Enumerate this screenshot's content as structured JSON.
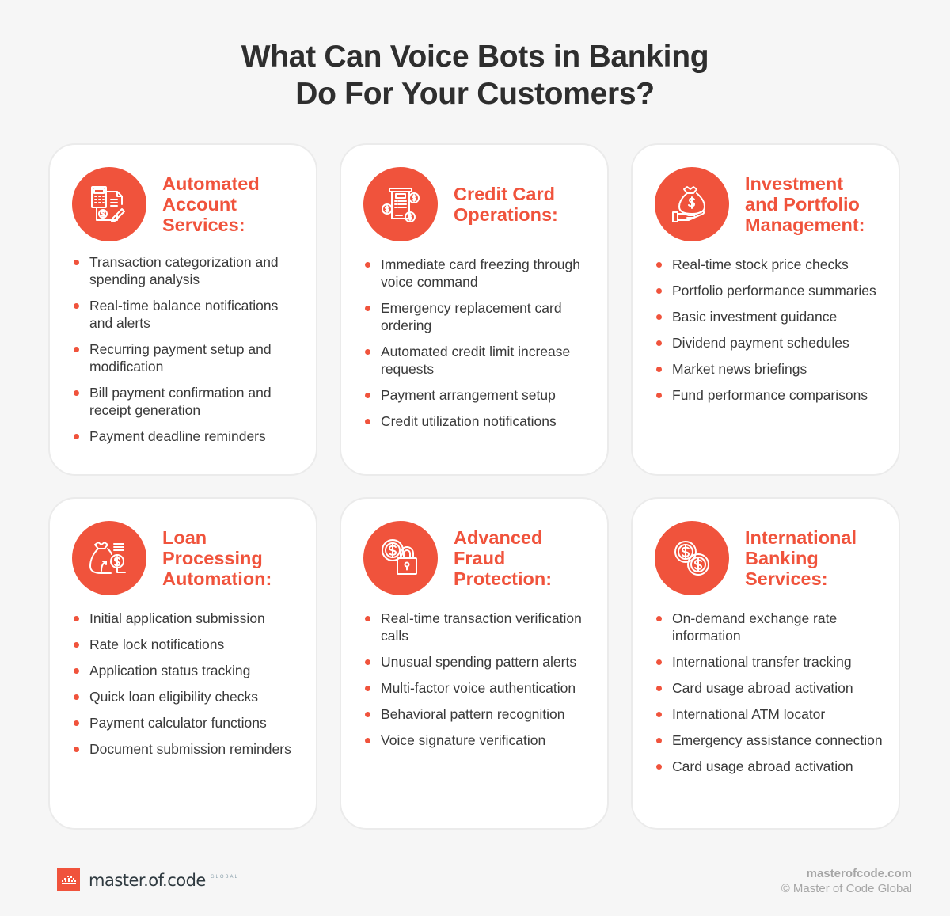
{
  "header": {
    "title_line1": "What Can Voice Bots in Banking",
    "title_line2": "Do For Your Customers?"
  },
  "colors": {
    "accent": "#f0533c",
    "text": "#3a3a3a",
    "title": "#2e2e2e",
    "background": "#f6f6f6",
    "card": "#ffffff"
  },
  "cards": [
    {
      "icon": "calculator-document-icon",
      "title_lines": [
        "Automated",
        "Account",
        "Services:"
      ],
      "items": [
        "Transaction categorization and spending analysis",
        "Real-time balance notifications and alerts",
        "Recurring payment setup and modification",
        "Bill payment confirmation and receipt generation",
        "Payment deadline reminders"
      ]
    },
    {
      "icon": "receipt-coins-icon",
      "title_lines": [
        "Credit Card",
        "Operations:"
      ],
      "items": [
        "Immediate card freezing through voice command",
        "Emergency replacement card ordering",
        "Automated credit limit increase requests",
        "Payment arrangement setup",
        "Credit utilization notifications"
      ]
    },
    {
      "icon": "money-bag-hand-icon",
      "title_lines": [
        "Investment",
        "and Portfolio",
        "Management:"
      ],
      "items": [
        "Real-time stock price checks",
        "Portfolio performance summaries",
        "Basic investment guidance",
        "Dividend payment schedules",
        "Market news briefings",
        "Fund performance comparisons"
      ]
    },
    {
      "icon": "loan-bag-icon",
      "title_lines": [
        "Loan",
        "Processing",
        "Automation:"
      ],
      "items": [
        "Initial application submission",
        "Rate lock notifications",
        "Application status tracking",
        "Quick loan eligibility checks",
        "Payment calculator functions",
        "Document submission reminders"
      ]
    },
    {
      "icon": "coin-padlock-icon",
      "title_lines": [
        "Advanced",
        "Fraud",
        "Protection:"
      ],
      "items": [
        "Real-time transaction verification calls",
        "Unusual spending pattern alerts",
        "Multi-factor voice authentication",
        "Behavioral pattern recognition",
        "Voice signature verification"
      ]
    },
    {
      "icon": "two-coins-icon",
      "title_lines": [
        "International",
        "Banking",
        "Services:"
      ],
      "items": [
        "On-demand exchange rate information",
        "International transfer tracking",
        "Card usage abroad activation",
        "International ATM locator",
        "Emergency assistance connection",
        "Card usage abroad activation"
      ]
    }
  ],
  "footer": {
    "logo_text": "master.of.code",
    "logo_sub": "GLOBAL",
    "site": "masterofcode.com",
    "copyright": "© Master of Code Global"
  }
}
